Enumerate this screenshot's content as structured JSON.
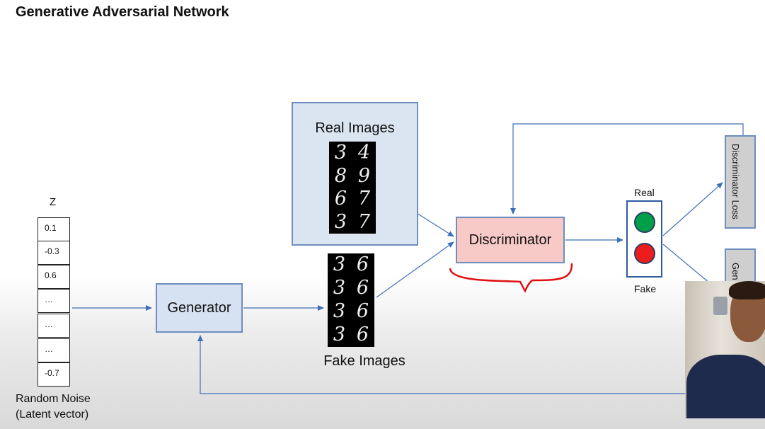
{
  "title": "Generative Adversarial Network",
  "latent": {
    "label": "Z",
    "values": [
      "0.1",
      "-0.3",
      "0.6",
      "…",
      "…",
      "…",
      "-0.7"
    ],
    "caption_line1": "Random Noise",
    "caption_line2": "(Latent vector)"
  },
  "generator": {
    "label": "Generator"
  },
  "discriminator": {
    "label": "Discriminator"
  },
  "real_images": {
    "label": "Real Images",
    "digits": [
      "3",
      "4",
      "8",
      "9",
      "6",
      "7",
      "3",
      "7"
    ]
  },
  "fake_images": {
    "label": "Fake Images",
    "digits": [
      "3",
      "6",
      "3",
      "6",
      "3",
      "6",
      "3",
      "6"
    ]
  },
  "output": {
    "real_label": "Real",
    "fake_label": "Fake",
    "real_color": "#00a04a",
    "fake_color": "#ee1d1d"
  },
  "losses": {
    "discriminator_loss": "Discriminator Loss",
    "generator_loss_partial": "Gen"
  },
  "colors": {
    "box_border": "#6d8ebf",
    "arrow": "#3f6fb8",
    "annotation": "#e01010",
    "discriminator_fill": "#f7c9c7",
    "generator_fill": "#d6e2f2"
  }
}
